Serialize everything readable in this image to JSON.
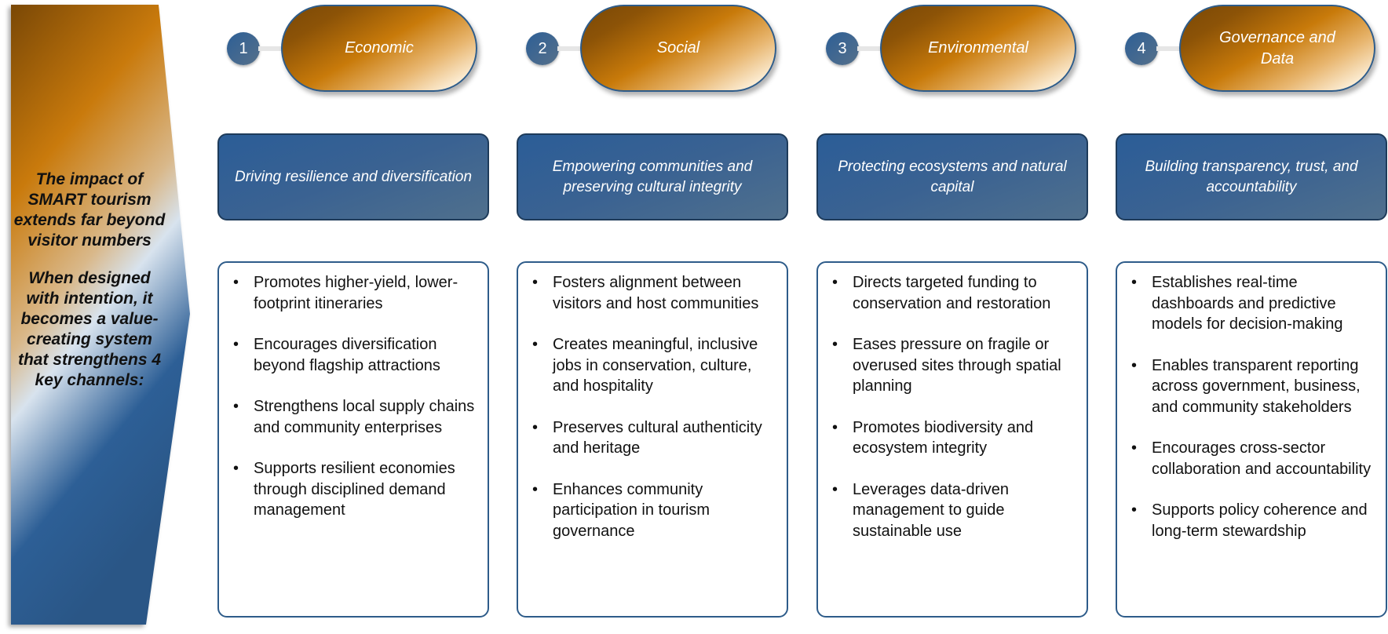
{
  "banner": {
    "paragraphs": [
      "The impact of SMART tourism extends far beyond visitor numbers",
      "When designed with intention, it becomes a value-creating system that strengthens 4 key channels:"
    ]
  },
  "channels": [
    {
      "number": "1",
      "title": "Economic",
      "heading": "Driving resilience and diversification",
      "bullets": [
        "Promotes higher-yield, lower-footprint itineraries",
        "Encourages diversification beyond flagship attractions",
        "Strengthens local supply chains and community enterprises",
        "Supports resilient economies through disciplined demand management"
      ]
    },
    {
      "number": "2",
      "title": "Social",
      "heading": "Empowering communities and preserving cultural integrity",
      "bullets": [
        "Fosters alignment between visitors and host communities",
        "Creates meaningful, inclusive jobs in conservation, culture, and hospitality",
        "Preserves cultural authenticity and heritage",
        "Enhances community participation in tourism governance"
      ]
    },
    {
      "number": "3",
      "title": "Environmental",
      "heading": "Protecting ecosystems and natural capital",
      "bullets": [
        "Directs targeted funding to conservation and restoration",
        "Eases pressure on fragile or overused sites through spatial planning",
        "Promotes biodiversity and ecosystem integrity",
        "Leverages data-driven management to guide sustainable use"
      ]
    },
    {
      "number": "4",
      "title": "Governance and Data",
      "heading": "Building transparency, trust, and accountability",
      "bullets": [
        "Establishes real-time dashboards and predictive models for decision-making",
        "Enables transparent reporting across government, business, and community stakeholders",
        "Encourages cross-sector collaboration and accountability",
        "Supports policy coherence and long-term stewardship"
      ]
    }
  ],
  "colors": {
    "brown": "#7a4806",
    "orange": "#c87a0a",
    "cream": "#fdf0da",
    "blue": "#2b5d97",
    "border_blue": "#2e5c8a"
  }
}
